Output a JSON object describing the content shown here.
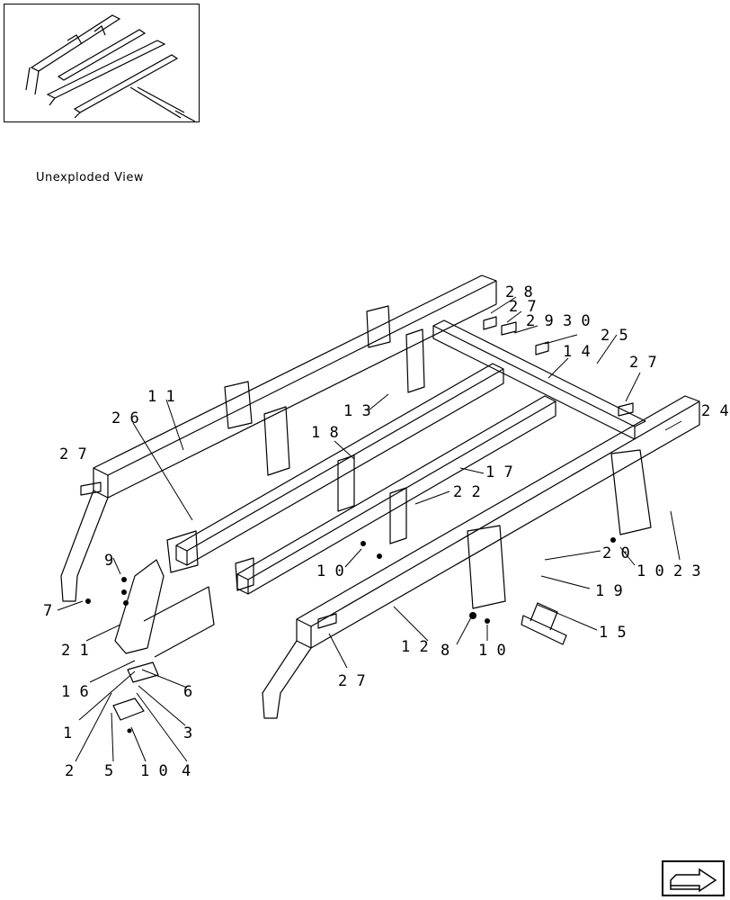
{
  "caption": "Unexploded View",
  "callouts": [
    {
      "id": "c28",
      "text": "2 8"
    },
    {
      "id": "c27a",
      "text": "2 7"
    },
    {
      "id": "c2930",
      "text": "2 9 3 0"
    },
    {
      "id": "c25",
      "text": "2 5"
    },
    {
      "id": "c14",
      "text": "1 4"
    },
    {
      "id": "c27b",
      "text": "2 7"
    },
    {
      "id": "c24",
      "text": "2 4"
    },
    {
      "id": "c11",
      "text": "1 1"
    },
    {
      "id": "c13",
      "text": "1 3"
    },
    {
      "id": "c26",
      "text": "2 6"
    },
    {
      "id": "c18",
      "text": "1 8"
    },
    {
      "id": "c27c",
      "text": "2 7"
    },
    {
      "id": "c17",
      "text": "1 7"
    },
    {
      "id": "c22",
      "text": "2 2"
    },
    {
      "id": "c9",
      "text": "9"
    },
    {
      "id": "c10a",
      "text": "1 0"
    },
    {
      "id": "c20",
      "text": "2 0"
    },
    {
      "id": "c1023",
      "text": "1 0 2 3"
    },
    {
      "id": "c7",
      "text": "7"
    },
    {
      "id": "c19",
      "text": "1 9"
    },
    {
      "id": "c21",
      "text": "2 1"
    },
    {
      "id": "c12",
      "text": "1 2"
    },
    {
      "id": "c8",
      "text": "8"
    },
    {
      "id": "c15",
      "text": "1 5"
    },
    {
      "id": "c10b",
      "text": "1 0"
    },
    {
      "id": "c16",
      "text": "1 6"
    },
    {
      "id": "c6",
      "text": "6"
    },
    {
      "id": "c27d",
      "text": "2 7"
    },
    {
      "id": "c1",
      "text": "1"
    },
    {
      "id": "c3",
      "text": "3"
    },
    {
      "id": "c2",
      "text": "2"
    },
    {
      "id": "c5",
      "text": "5"
    },
    {
      "id": "c10c",
      "text": "1 0"
    },
    {
      "id": "c4",
      "text": "4"
    }
  ]
}
